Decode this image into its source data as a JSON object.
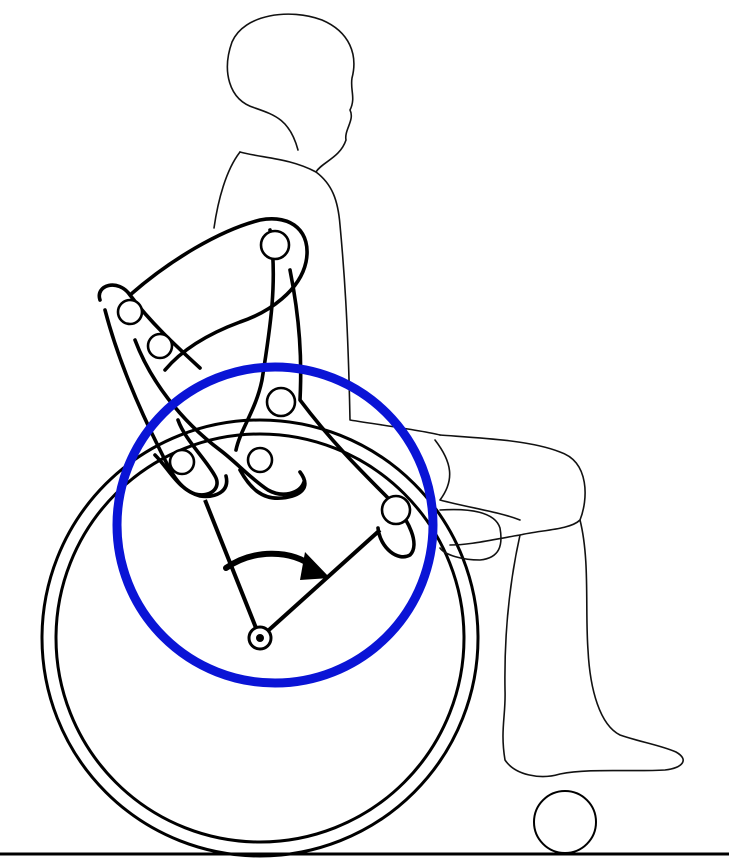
{
  "figure": {
    "subject": "wheelchair-propulsion-push-phase",
    "labels": [],
    "colors": {
      "background": "#ffffff",
      "ink": "#000000",
      "highlight_circle": "#0a14d6"
    },
    "icons": [
      "seated-person",
      "wheelchair-wheel",
      "caster-wheel",
      "curved-arrow"
    ]
  }
}
